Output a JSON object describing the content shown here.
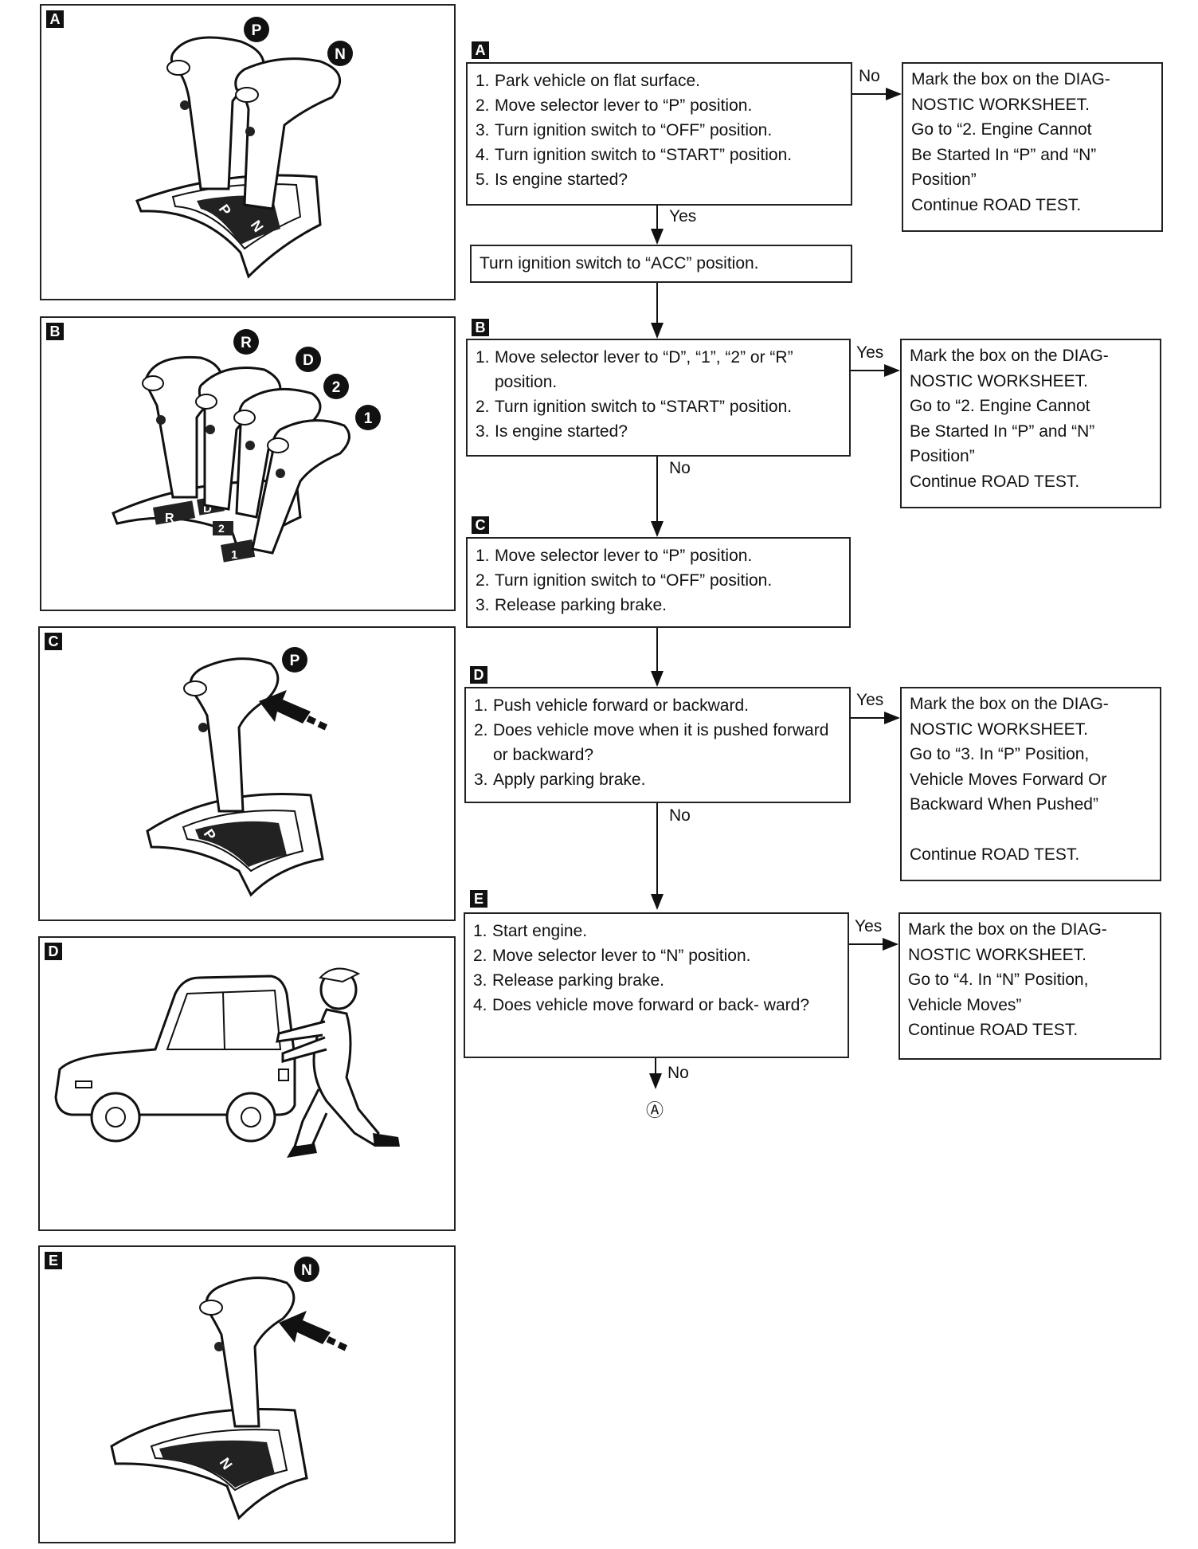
{
  "panels": [
    {
      "tag": "A"
    },
    {
      "tag": "B"
    },
    {
      "tag": "C"
    },
    {
      "tag": "D"
    },
    {
      "tag": "E"
    }
  ],
  "gear_labels": {
    "a": [
      "P",
      "N"
    ],
    "b": [
      "R",
      "D",
      "2",
      "1"
    ],
    "c": [
      "P"
    ],
    "e": [
      "N"
    ],
    "slot_a": [
      "P",
      "N"
    ],
    "slot_b": [
      "R",
      "D",
      "2",
      "1"
    ],
    "slot_c": "P",
    "slot_e": "N"
  },
  "flow": {
    "stepA": {
      "tag": "A",
      "items": [
        "Park vehicle on flat surface.",
        "Move selector lever to “P” position.",
        "Turn ignition switch to “OFF” position.",
        "Turn ignition switch to “START” position.",
        "Is engine started?"
      ],
      "no_label": "No",
      "yes_label": "Yes",
      "note": [
        "Mark the box on the DIAG-",
        "NOSTIC WORKSHEET.",
        "Go to “2. Engine Cannot",
        "Be Started In “P” and “N”",
        "Position”",
        "Continue ROAD TEST."
      ]
    },
    "acc": "Turn ignition switch to “ACC” position.",
    "stepB": {
      "tag": "B",
      "items": [
        "Move selector lever to “D”, “1”, “2” or “R” position.",
        "Turn ignition switch to “START” position.",
        "Is engine started?"
      ],
      "yes_label": "Yes",
      "no_label": "No",
      "note": [
        "Mark the box on the DIAG-",
        "NOSTIC WORKSHEET.",
        "Go to “2. Engine Cannot",
        "Be Started In “P” and “N”",
        "Position”",
        "Continue ROAD TEST."
      ]
    },
    "stepC": {
      "tag": "C",
      "items": [
        "Move selector lever to “P” position.",
        "Turn ignition switch to “OFF” position.",
        "Release parking brake."
      ]
    },
    "stepD": {
      "tag": "D",
      "items": [
        "Push vehicle forward or backward.",
        "Does vehicle move when it is pushed forward or backward?",
        "Apply parking brake."
      ],
      "yes_label": "Yes",
      "no_label": "No",
      "note": [
        "Mark the box on the DIAG-",
        "NOSTIC WORKSHEET.",
        "Go to “3. In “P” Position,",
        "Vehicle Moves Forward Or",
        "Backward When Pushed”",
        "",
        "Continue ROAD TEST."
      ]
    },
    "stepE": {
      "tag": "E",
      "items": [
        "Start engine.",
        "Move selector lever to “N” position.",
        "Release parking brake.",
        "Does vehicle move forward or back- ward?"
      ],
      "yes_label": "Yes",
      "no_label": "No",
      "note": [
        "Mark the box on the DIAG-",
        "NOSTIC WORKSHEET.",
        "Go to “4. In “N” Position,",
        "Vehicle Moves”",
        "Continue ROAD TEST."
      ]
    },
    "continuation": "Ⓐ"
  }
}
